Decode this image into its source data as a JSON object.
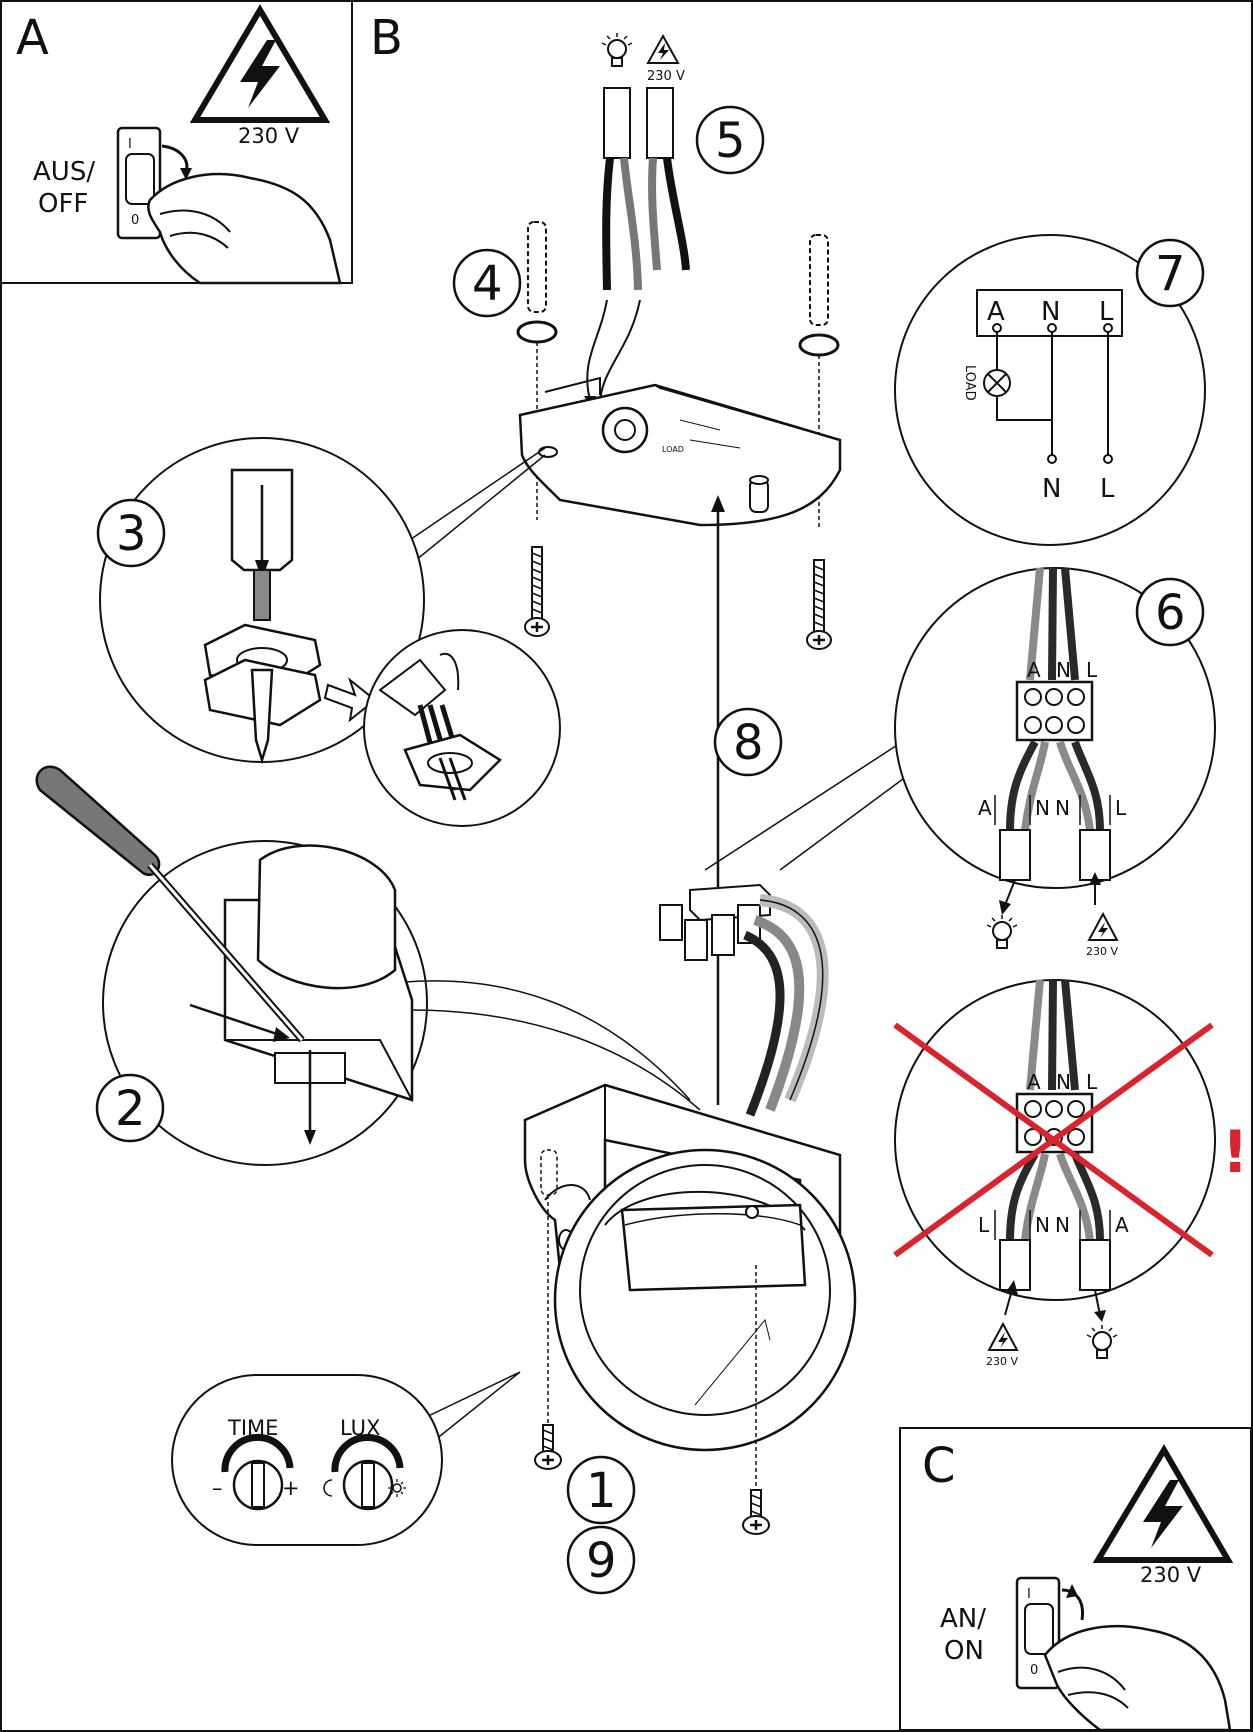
{
  "panels": {
    "a": {
      "letter": "A",
      "voltage": "230 V",
      "switch_text_1": "AUS/",
      "switch_text_2": "OFF",
      "switch_on_mark": "I",
      "switch_off_mark": "0"
    },
    "b": {
      "letter": "B"
    },
    "c": {
      "letter": "C",
      "voltage": "230 V",
      "switch_text_1": "AN/",
      "switch_text_2": "ON",
      "switch_on_mark": "I",
      "switch_off_mark": "0"
    }
  },
  "steps": [
    "1",
    "2",
    "3",
    "4",
    "5",
    "6",
    "7",
    "8",
    "9"
  ],
  "step5": {
    "voltage": "230 V"
  },
  "step6": {
    "terminals": [
      "A",
      "N",
      "L"
    ],
    "wire_labels": [
      "A",
      "N",
      "N",
      "L"
    ],
    "voltage": "230 V"
  },
  "step7": {
    "terminals": [
      "A",
      "N",
      "L"
    ],
    "load_label": "LOAD",
    "supply": [
      "N",
      "L"
    ]
  },
  "wrong_wiring": {
    "terminals": [
      "A",
      "N",
      "L"
    ],
    "wire_labels": [
      "L",
      "N",
      "N",
      "A"
    ],
    "voltage": "230 V",
    "warning": "!"
  },
  "device_housing": {
    "load_label": "LOAD"
  },
  "knobs": {
    "time_label": "TIME",
    "lux_label": "LUX",
    "minus": "–",
    "plus": "+"
  },
  "colors": {
    "line": "#111111",
    "cross": "#d8242c",
    "wire_dark": "#2a2a2a",
    "wire_grey": "#8a8a8a",
    "wire_light": "#c8c8c8"
  }
}
